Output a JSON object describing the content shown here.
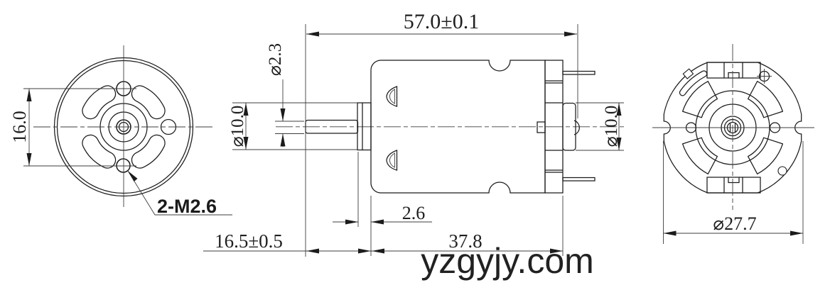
{
  "watermark": "yzgyjy.com",
  "colors": {
    "object_line": "#1b1b1b",
    "dimension_line": "#3d3d3d",
    "text": "#1f1f1f",
    "background": "#ffffff"
  },
  "front_view": {
    "dim_hole_spacing": "16.0",
    "hole_label": "2-M2.6"
  },
  "side_view": {
    "dim_overall_length": "57.0±0.1",
    "dim_shaft_diameter": "⌀2.3",
    "dim_front_boss_diameter": "⌀10.0",
    "dim_rear_boss_diameter": "⌀10.0",
    "dim_boss_length": "2.6",
    "dim_shaft_length": "16.5±0.5",
    "dim_body_length": "37.8"
  },
  "rear_view": {
    "dim_outer_diameter": "⌀27.7"
  }
}
